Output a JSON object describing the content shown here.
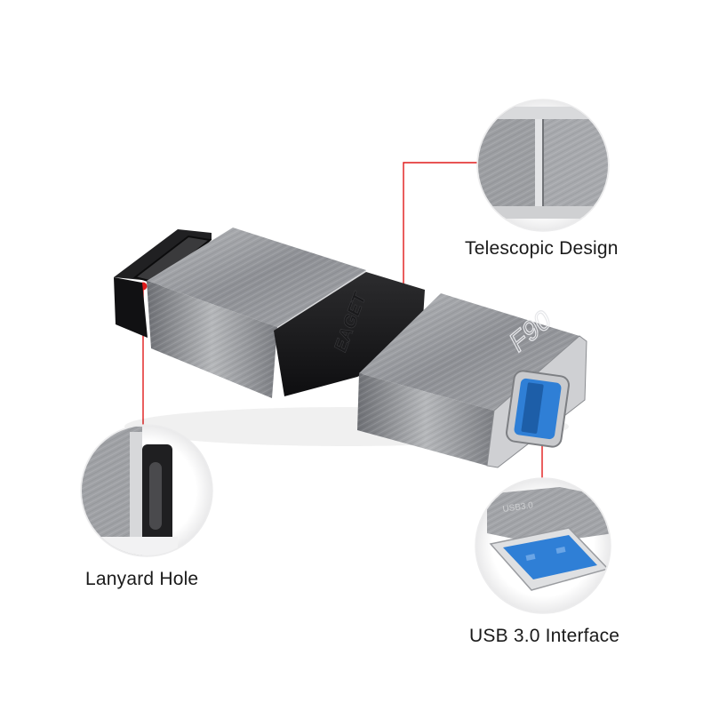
{
  "product": {
    "brand_mark": "EAGET",
    "model_mark": "F90",
    "connector_mark": "USB3.0"
  },
  "callouts": [
    {
      "id": "telescopic",
      "label": "Telescopic Design"
    },
    {
      "id": "lanyard",
      "label": "Lanyard Hole"
    },
    {
      "id": "usb",
      "label": "USB 3.0 Interface"
    }
  ],
  "colors": {
    "leader_line": "#e01b1b",
    "metal": "#9a9ca0",
    "dark_slider": "#1d1d1f",
    "usb_blue": "#2f7fd6",
    "background": "#ffffff"
  }
}
